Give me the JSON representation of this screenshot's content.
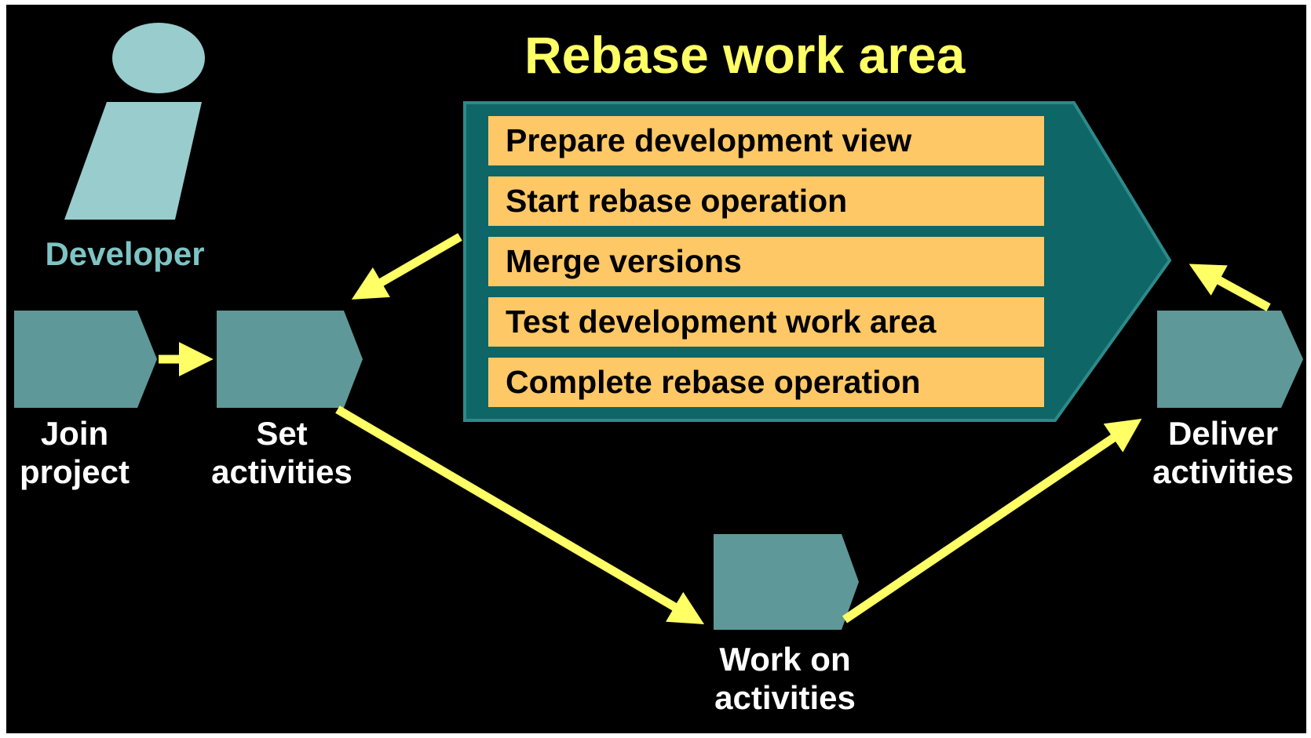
{
  "title": "Rebase work area",
  "developer_label": "Developer",
  "rebase_steps": [
    "Prepare development view",
    "Start rebase operation",
    "Merge versions",
    "Test development work area",
    "Complete rebase operation"
  ],
  "nodes": {
    "join_project": [
      "Join",
      "project"
    ],
    "set_activities": [
      "Set",
      "activities"
    ],
    "work_on_activities": [
      "Work on",
      "activities"
    ],
    "deliver_activities": [
      "Deliver",
      "activities"
    ]
  },
  "colors": {
    "background": "#000000",
    "node_fill": "#5f9898",
    "developer_icon": "#99cccc",
    "developer_label": "#7ec4c4",
    "rebase_panel": "#0e6666",
    "step_fill": "#ffc866",
    "arrow": "#ffff66",
    "title": "#ffff66"
  },
  "icons": {
    "developer": "info-person-icon"
  }
}
